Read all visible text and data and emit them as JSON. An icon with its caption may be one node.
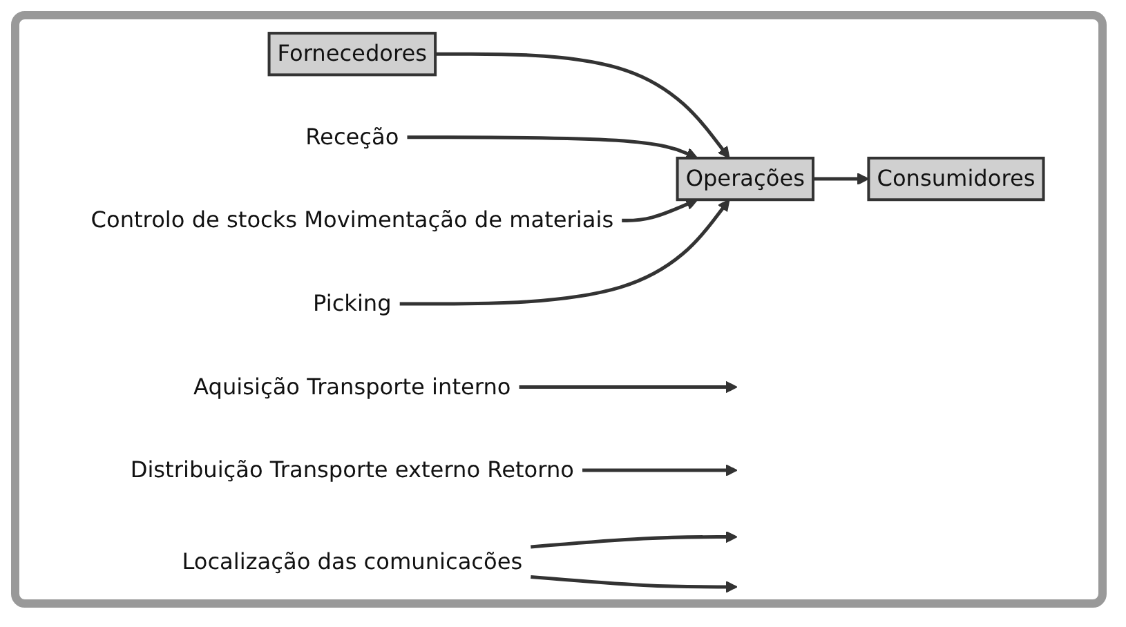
{
  "diagram": {
    "nodes": [
      {
        "text": [
          "Fornecedores"
        ]
      },
      {
        "text": [
          "Operações"
        ]
      },
      {
        "text": [
          "Consumidores"
        ]
      },
      {
        "text": [
          "Aquisição Transporte interno"
        ]
      },
      {
        "text": [
          "Receção"
        ]
      },
      {
        "text": [
          "Controlo de stocks Movimentação de materiais"
        ]
      },
      {
        "text": [
          "Picking"
        ]
      },
      {
        "text": [
          "Distribuição Transporte externo Retorno"
        ]
      },
      {
        "text": [
          "Localização das comunicacões"
        ]
      }
    ],
    "edges": [
      {
        "from": 0,
        "to": 1,
        "arrow": "to"
      },
      {
        "from": 1,
        "to": 2,
        "arrow": "to"
      },
      {
        "from": 3,
        "to": null,
        "arrow": "to"
      },
      {
        "from": 4,
        "to": 1,
        "arrow": "to"
      },
      {
        "from": 5,
        "to": 1,
        "arrow": "to"
      },
      {
        "from": 6,
        "to": 1,
        "arrow": "to"
      },
      {
        "from": 7,
        "to": null,
        "arrow": "to"
      },
      {
        "from": 8,
        "to": null,
        "arrow": "to"
      },
      {
        "from": 8,
        "to": null,
        "arrow": "to"
      }
    ]
  }
}
